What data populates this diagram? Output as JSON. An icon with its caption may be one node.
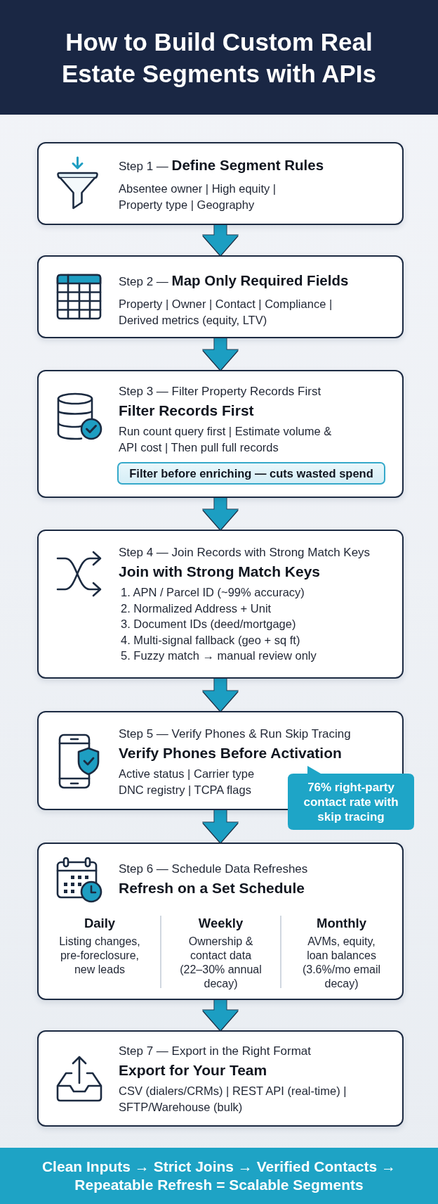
{
  "diagram": {
    "title": "How to Build Custom Real Estate Segments with APIs",
    "nodes": [
      {
        "text": [
          "Step 1 — **Define Segment Rules**",
          "Absentee owner | High equity | Property type | Geography"
        ]
      },
      {
        "text": [
          "Step 2 — **Map Only Required Fields**",
          "Property | Owner | Contact | Compliance | Derived metrics (equity, LTV)"
        ]
      },
      {
        "text": [
          "Step 3 — Filter Property Records First",
          "Filter Records First",
          "Run count query first | Estimate volume & API cost | Then pull full records"
        ]
      },
      {
        "text": [
          "Filter before enriching — cuts wasted spend"
        ],
        "in": 2
      },
      {
        "text": [
          "Step 4 — Join Records with Strong Match Keys",
          "Join with Strong Match Keys",
          "1. APN / Parcel ID (~99% accuracy)",
          "2. Normalized Address + Unit",
          "3. Document IDs (deed/mortgage)",
          "4. Multi-signal fallback (geo + sq ft)",
          "5. Fuzzy match → manual review only"
        ]
      },
      {
        "text": [
          "Step 5 — Verify Phones & Run Skip Tracing",
          "Verify Phones Before Activation",
          "Active status | Carrier type DNC registry | TCPA flags"
        ]
      },
      {
        "text": [
          "76% right-party contact rate with skip tracing"
        ]
      },
      {
        "text": [
          "Step 6 — Schedule Data Refreshes",
          "Refresh on a Set Schedule",
          "Daily",
          "Listing changes, pre-foreclosure, new leads",
          "Weekly",
          "Ownership & contact data (22–30% annual decay)",
          "Monthly",
          "AVMs, equity, loan balances (3.6%/mo email decay)"
        ]
      },
      {
        "text": [
          "Step 7 — Export in the Right Format",
          "Export for Your Team",
          "CSV (dialers/CRMs) | REST API (real-time) | SFTP/Warehouse (bulk)"
        ]
      },
      {
        "text": [
          "Clean Inputs → Strict Joins → Verified Contacts → Repeatable Refresh = Scalable Segments"
        ]
      }
    ],
    "edges": [
      {
        "from": 0,
        "to": 1,
        "arrow": "to"
      },
      {
        "from": 1,
        "to": 2,
        "arrow": "to"
      },
      {
        "from": 2,
        "to": 4,
        "arrow": "to"
      },
      {
        "from": 4,
        "to": 5,
        "arrow": "to"
      },
      {
        "from": 5,
        "to": 7,
        "arrow": "to"
      },
      {
        "from": 7,
        "to": 8,
        "arrow": "to"
      }
    ]
  }
}
